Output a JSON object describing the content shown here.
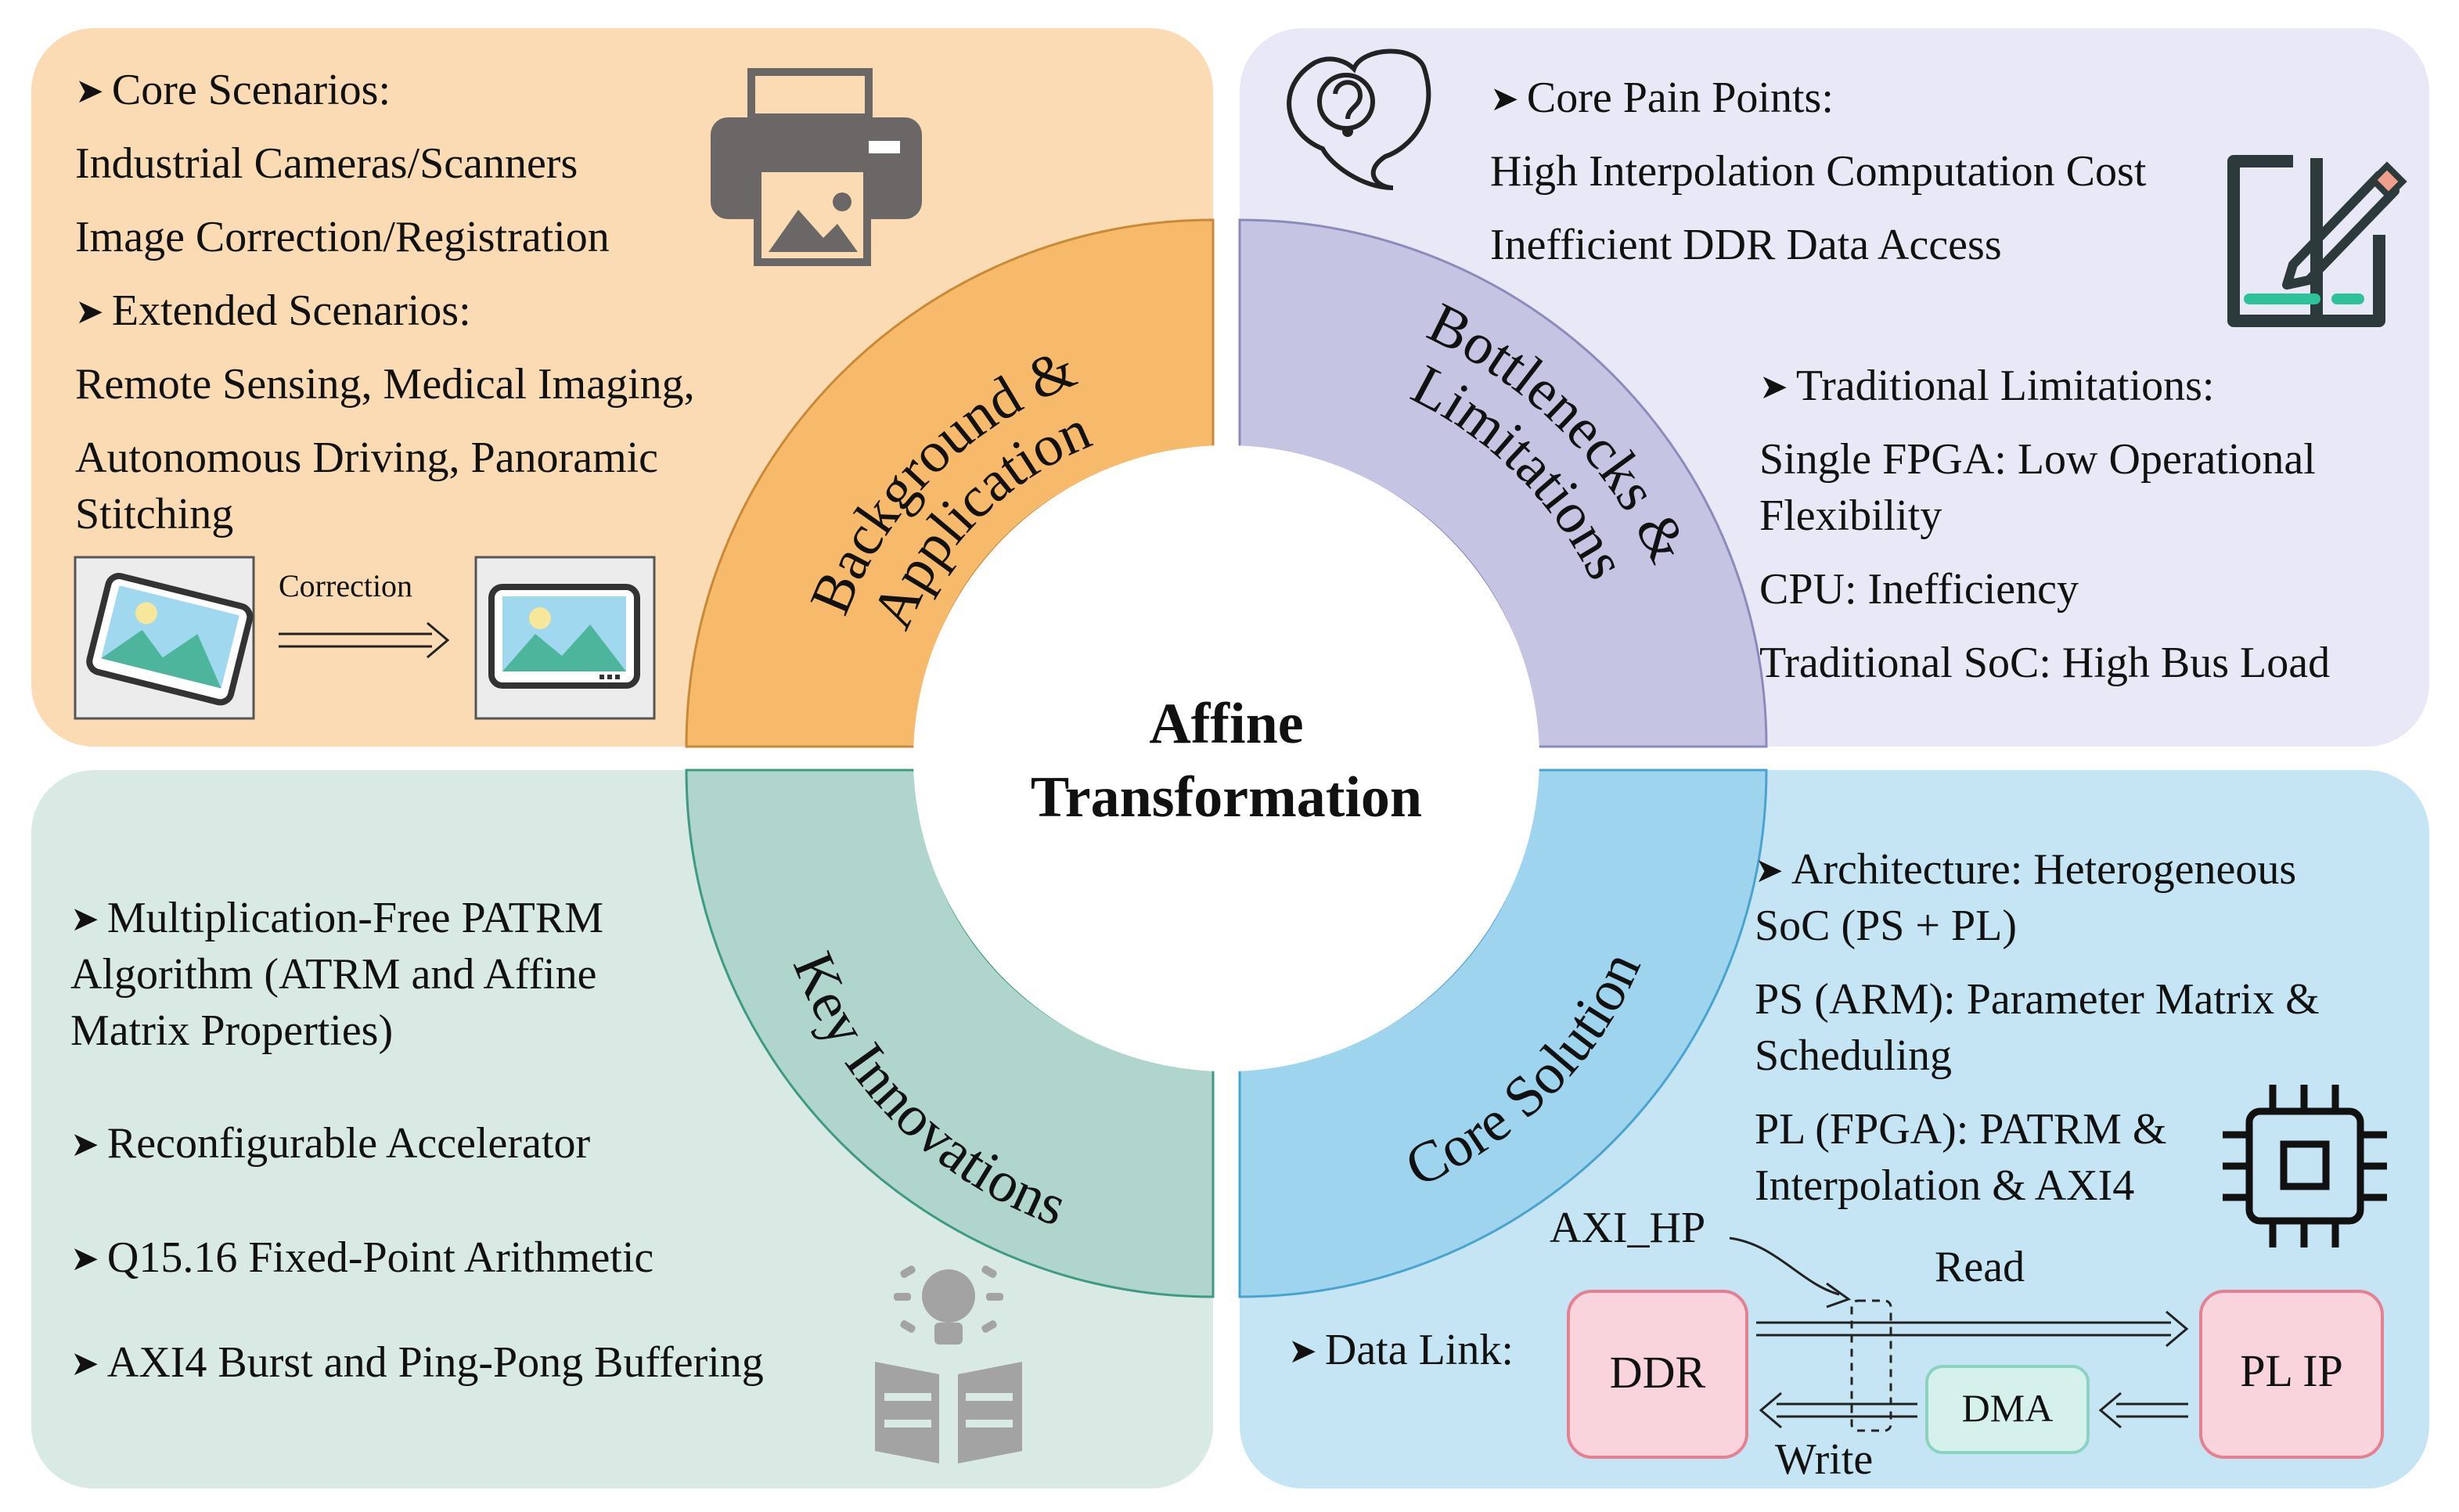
{
  "center": {
    "line1": "Affine",
    "line2": "Transformation"
  },
  "segments": {
    "background": [
      "Background &",
      "Application"
    ],
    "bottlenecks": [
      "Bottlenecks &",
      "Limitations"
    ],
    "innovations": [
      "Key Innovations"
    ],
    "solution": [
      "Core Solution"
    ]
  },
  "background_panel": {
    "core_heading": "Core Scenarios:",
    "core_items": [
      "Industrial Cameras/Scanners",
      "Image Correction/Registration"
    ],
    "extended_heading": "Extended Scenarios:",
    "extended_lines": [
      "Remote Sensing, Medical Imaging,",
      "Autonomous Driving, Panoramic",
      "Stitching"
    ],
    "correction_label": "Correction"
  },
  "bottleneck_panel": {
    "pain_heading": "Core Pain Points:",
    "pain_items": [
      "High Interpolation Computation Cost",
      "Inefficient DDR Data Access"
    ],
    "limit_heading": "Traditional Limitations:",
    "limit_lines": [
      "Single FPGA: Low Operational",
      "Flexibility",
      "CPU: Inefficiency",
      "Traditional SoC: High Bus Load"
    ]
  },
  "innovation_panel": {
    "item1_lines": [
      "Multiplication-Free PATRM",
      "Algorithm (ATRM and Affine",
      "Matrix Properties)"
    ],
    "item2": "Reconfigurable Accelerator",
    "item3": "Q15.16 Fixed-Point Arithmetic",
    "item4": "AXI4 Burst and Ping-Pong Buffering"
  },
  "solution_panel": {
    "arch_lines": [
      "Architecture: Heterogeneous",
      "SoC (PS + PL)"
    ],
    "ps_lines": [
      "PS (ARM): Parameter Matrix &",
      "Scheduling"
    ],
    "pl_lines": [
      "PL (FPGA): PATRM &",
      "Interpolation & AXI4"
    ],
    "data_link": "Data Link:",
    "axi_hp": "AXI_HP",
    "read": "Read",
    "write": "Write",
    "ddr": "DDR",
    "dma": "DMA",
    "pl_ip": "PL IP"
  },
  "colors": {
    "background": "#f7b96a",
    "bottlenecks": "#c5c5e3",
    "innovations": "#afd5cc",
    "solution": "#9ed4ee",
    "ddr_box": "#f9d4dc",
    "dma_box": "#d6f1ec"
  },
  "icons": [
    "printer-icon",
    "question-bubble-icon",
    "edit-icon",
    "lightbulb-book-icon",
    "chip-icon",
    "tablet-image-icon"
  ]
}
